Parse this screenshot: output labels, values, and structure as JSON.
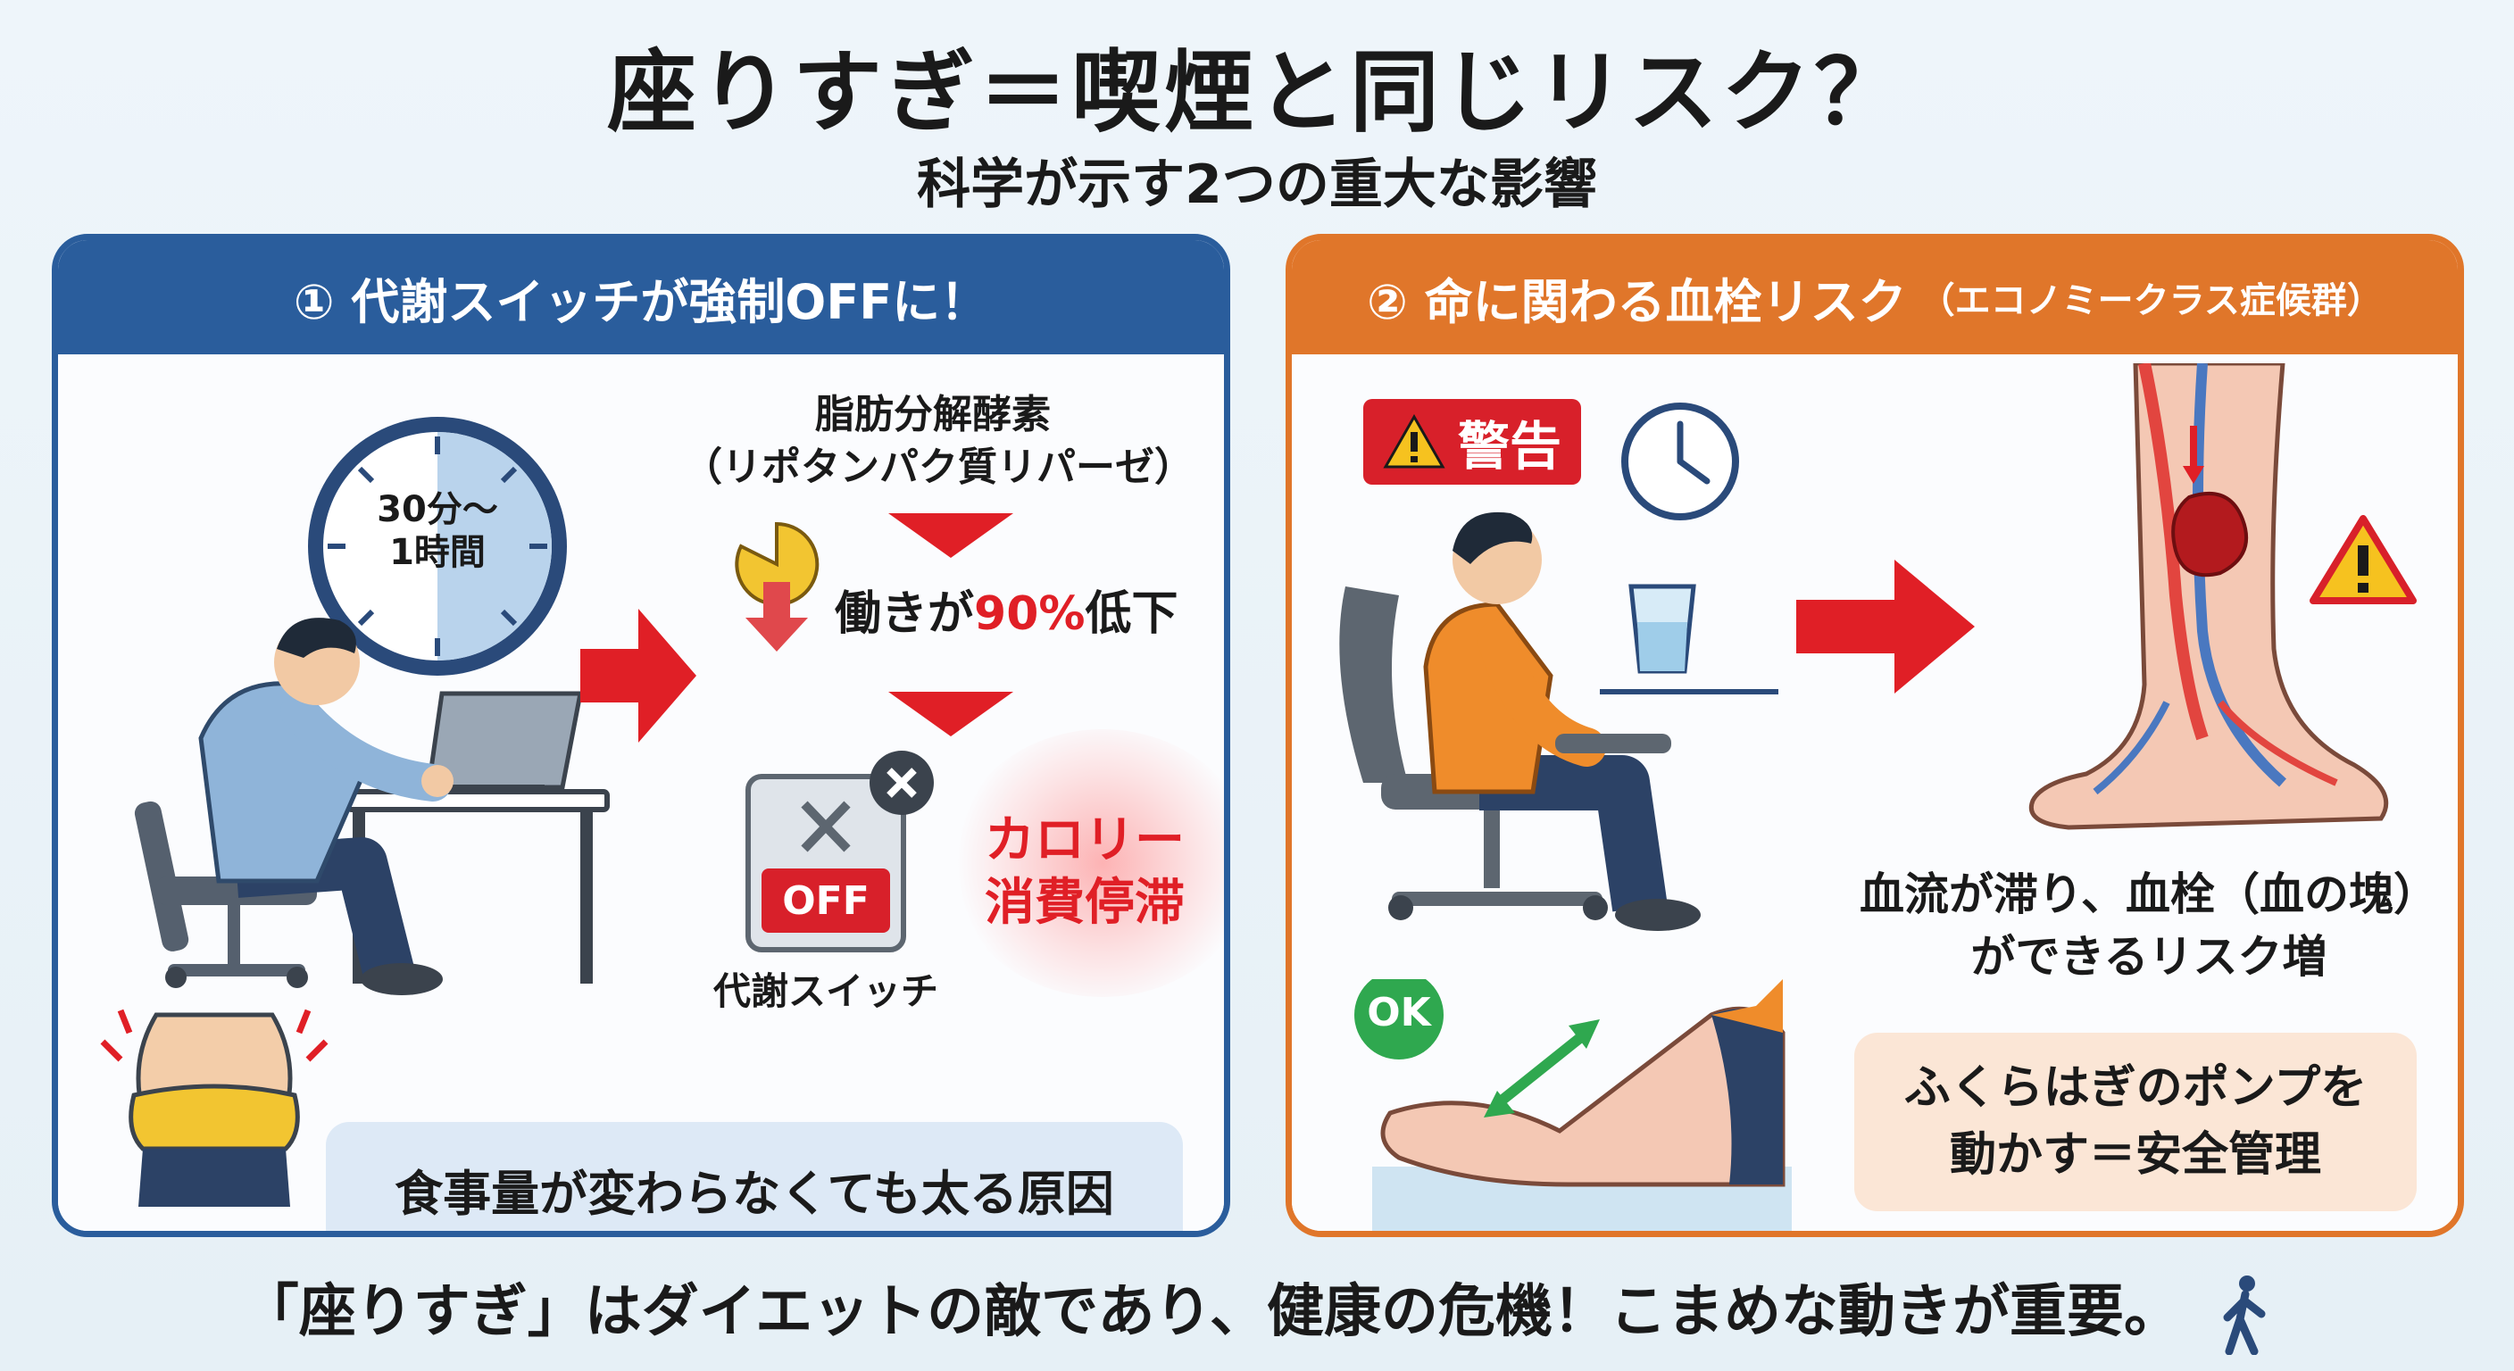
{
  "header": {
    "title": "座りすぎ＝喫煙と同じリスク？",
    "subtitle": "科学が示す2つの重大な影響"
  },
  "panel_1": {
    "heading": "① 代謝スイッチが強制OFFに！",
    "clock_label_line1": "30分～",
    "clock_label_line2": "1時間",
    "enzyme_line1": "脂肪分解酵素",
    "enzyme_line2": "（リポタンパク質リパーゼ）",
    "activity_prefix": "働きが",
    "activity_value": "90%",
    "activity_suffix": "低下",
    "switch_off_label": "OFF",
    "switch_caption": "代謝スイッチ",
    "calorie_line1": "カロリー",
    "calorie_line2": "消費停滞",
    "conclusion": "食事量が変わらなくても太る原因",
    "accent_color": "#2a5d9c"
  },
  "panel_2": {
    "heading": "② 命に関わる血栓リスク",
    "heading_note": "（エコノミークラス症候群）",
    "warning_label": "警告",
    "ok_label": "OK",
    "risk_line1": "血流が滞り、血栓（血の塊）",
    "risk_line2": "ができるリスク増",
    "advice_line1": "ふくらはぎのポンプを",
    "advice_line2": "動かす＝安全管理",
    "accent_color": "#e0762a"
  },
  "footer": {
    "message": "「座りすぎ」はダイエットの敵であり、健康の危機！こまめな動きが重要。"
  }
}
